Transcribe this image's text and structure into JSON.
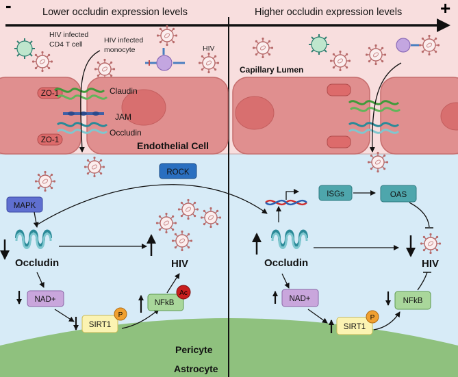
{
  "header": {
    "minus_sign": "-",
    "left_title": "Lower occludin expression levels",
    "right_title": "Higher occludin expression levels",
    "plus_sign": "+"
  },
  "labels": {
    "cd4_line1": "HIV infected",
    "cd4_line2": "CD4 T cell",
    "monocyte_line1": "HIV infected",
    "monocyte_line2": "monocyte",
    "hiv_top": "HIV",
    "capillary_lumen": "Capillary Lumen",
    "zo1": "ZO-1",
    "claudin": "Claudin",
    "jam": "JAM",
    "occludin_junction": "Occludin",
    "endothelial_cell": "Endothelial Cell",
    "rock": "ROCK",
    "mapk": "MAPK",
    "occludin": "Occludin",
    "hiv": "HIV",
    "nad": "NAD+",
    "sirt1": "SIRT1",
    "phospho": "P",
    "nfkb": "NFkB",
    "acetyl": "Ac",
    "isgs": "ISGs",
    "oas": "OAS",
    "pericyte": "Pericyte",
    "astrocyte": "Astrocyte"
  },
  "colors": {
    "lumen": "#f8dede",
    "pericyte": "#d7ebf7",
    "astrocyte": "#8fc17e",
    "endothelial": "#e08f8f"
  }
}
